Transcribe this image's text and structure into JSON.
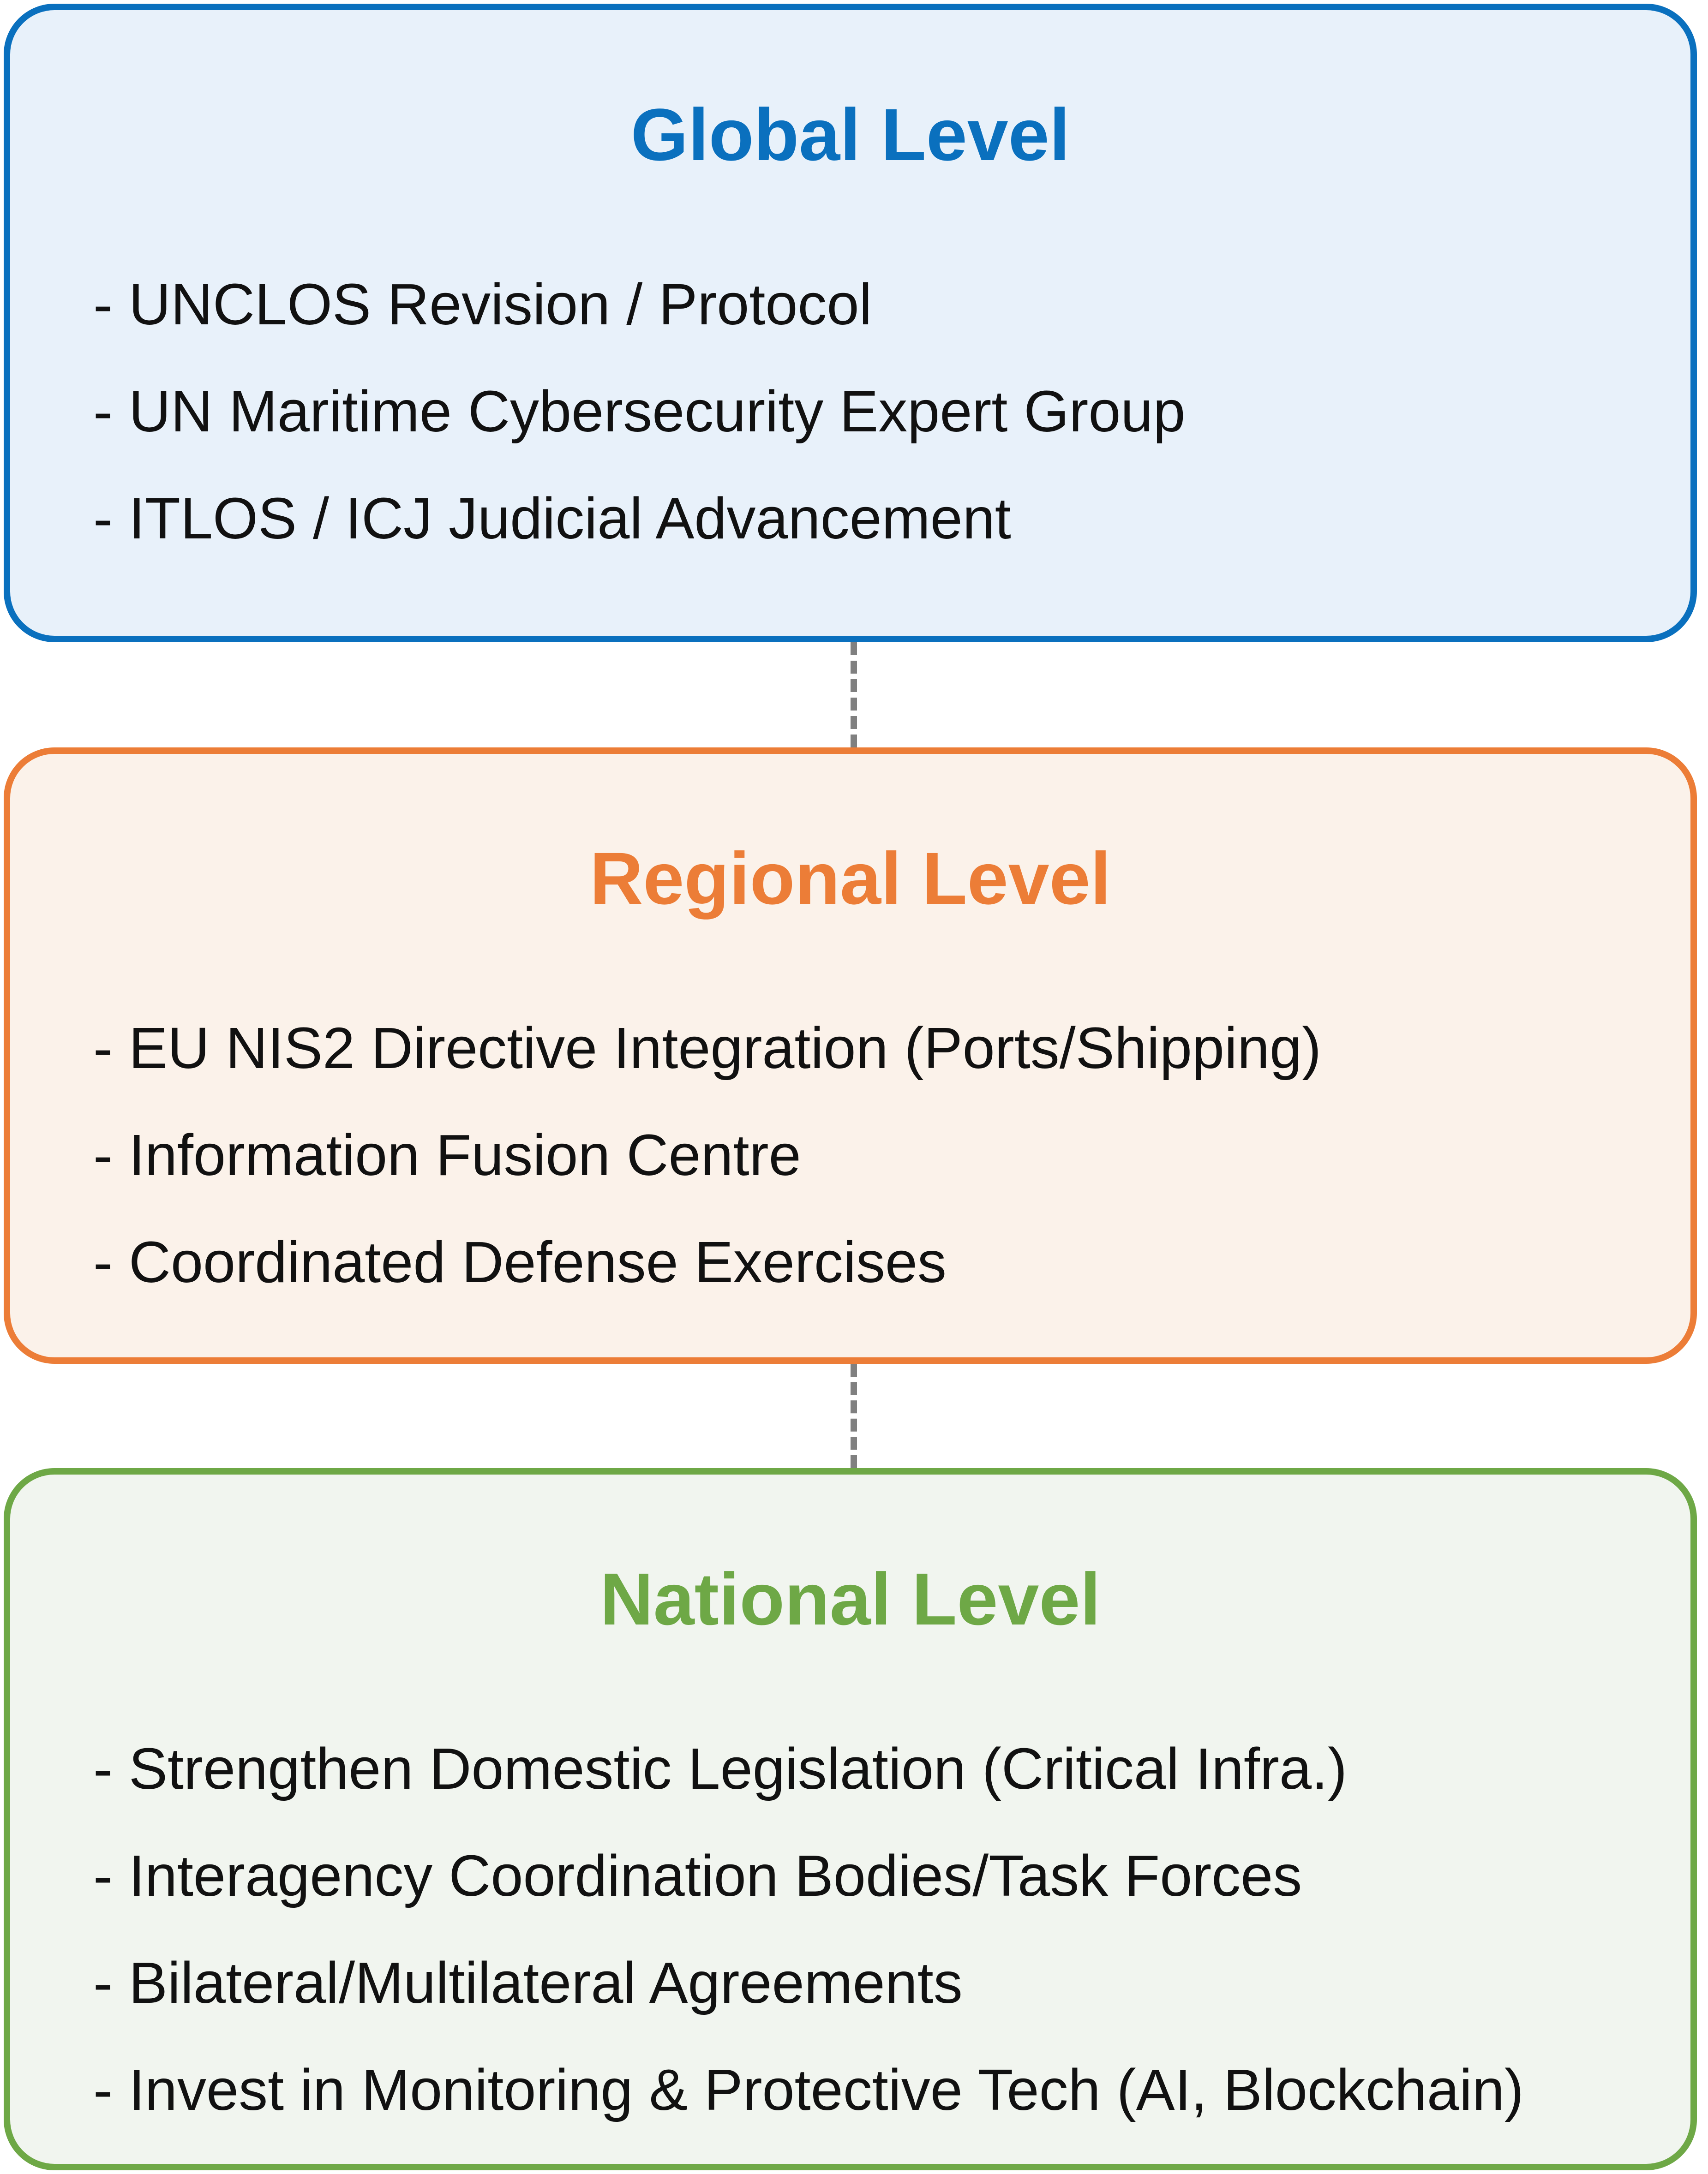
{
  "levels": [
    {
      "title": "Global Level",
      "color": "#0a70be",
      "items": [
        "- UNCLOS Revision / Protocol",
        "- UN Maritime Cybersecurity Expert Group",
        "- ITLOS / ICJ Judicial Advancement"
      ]
    },
    {
      "title": "Regional Level",
      "color": "#ec7d37",
      "items": [
        "- EU NIS2 Directive Integration (Ports/Shipping)",
        "- Information Fusion Centre",
        "- Coordinated Defense Exercises"
      ]
    },
    {
      "title": "National Level",
      "color": "#6ea846",
      "items": [
        "- Strengthen Domestic Legislation (Critical Infra.)",
        "- Interagency Coordination Bodies/Task Forces",
        "- Bilateral/Multilateral Agreements",
        "- Invest in Monitoring & Protective Tech (AI, Blockchain)"
      ]
    }
  ],
  "connector_color": "#808080"
}
